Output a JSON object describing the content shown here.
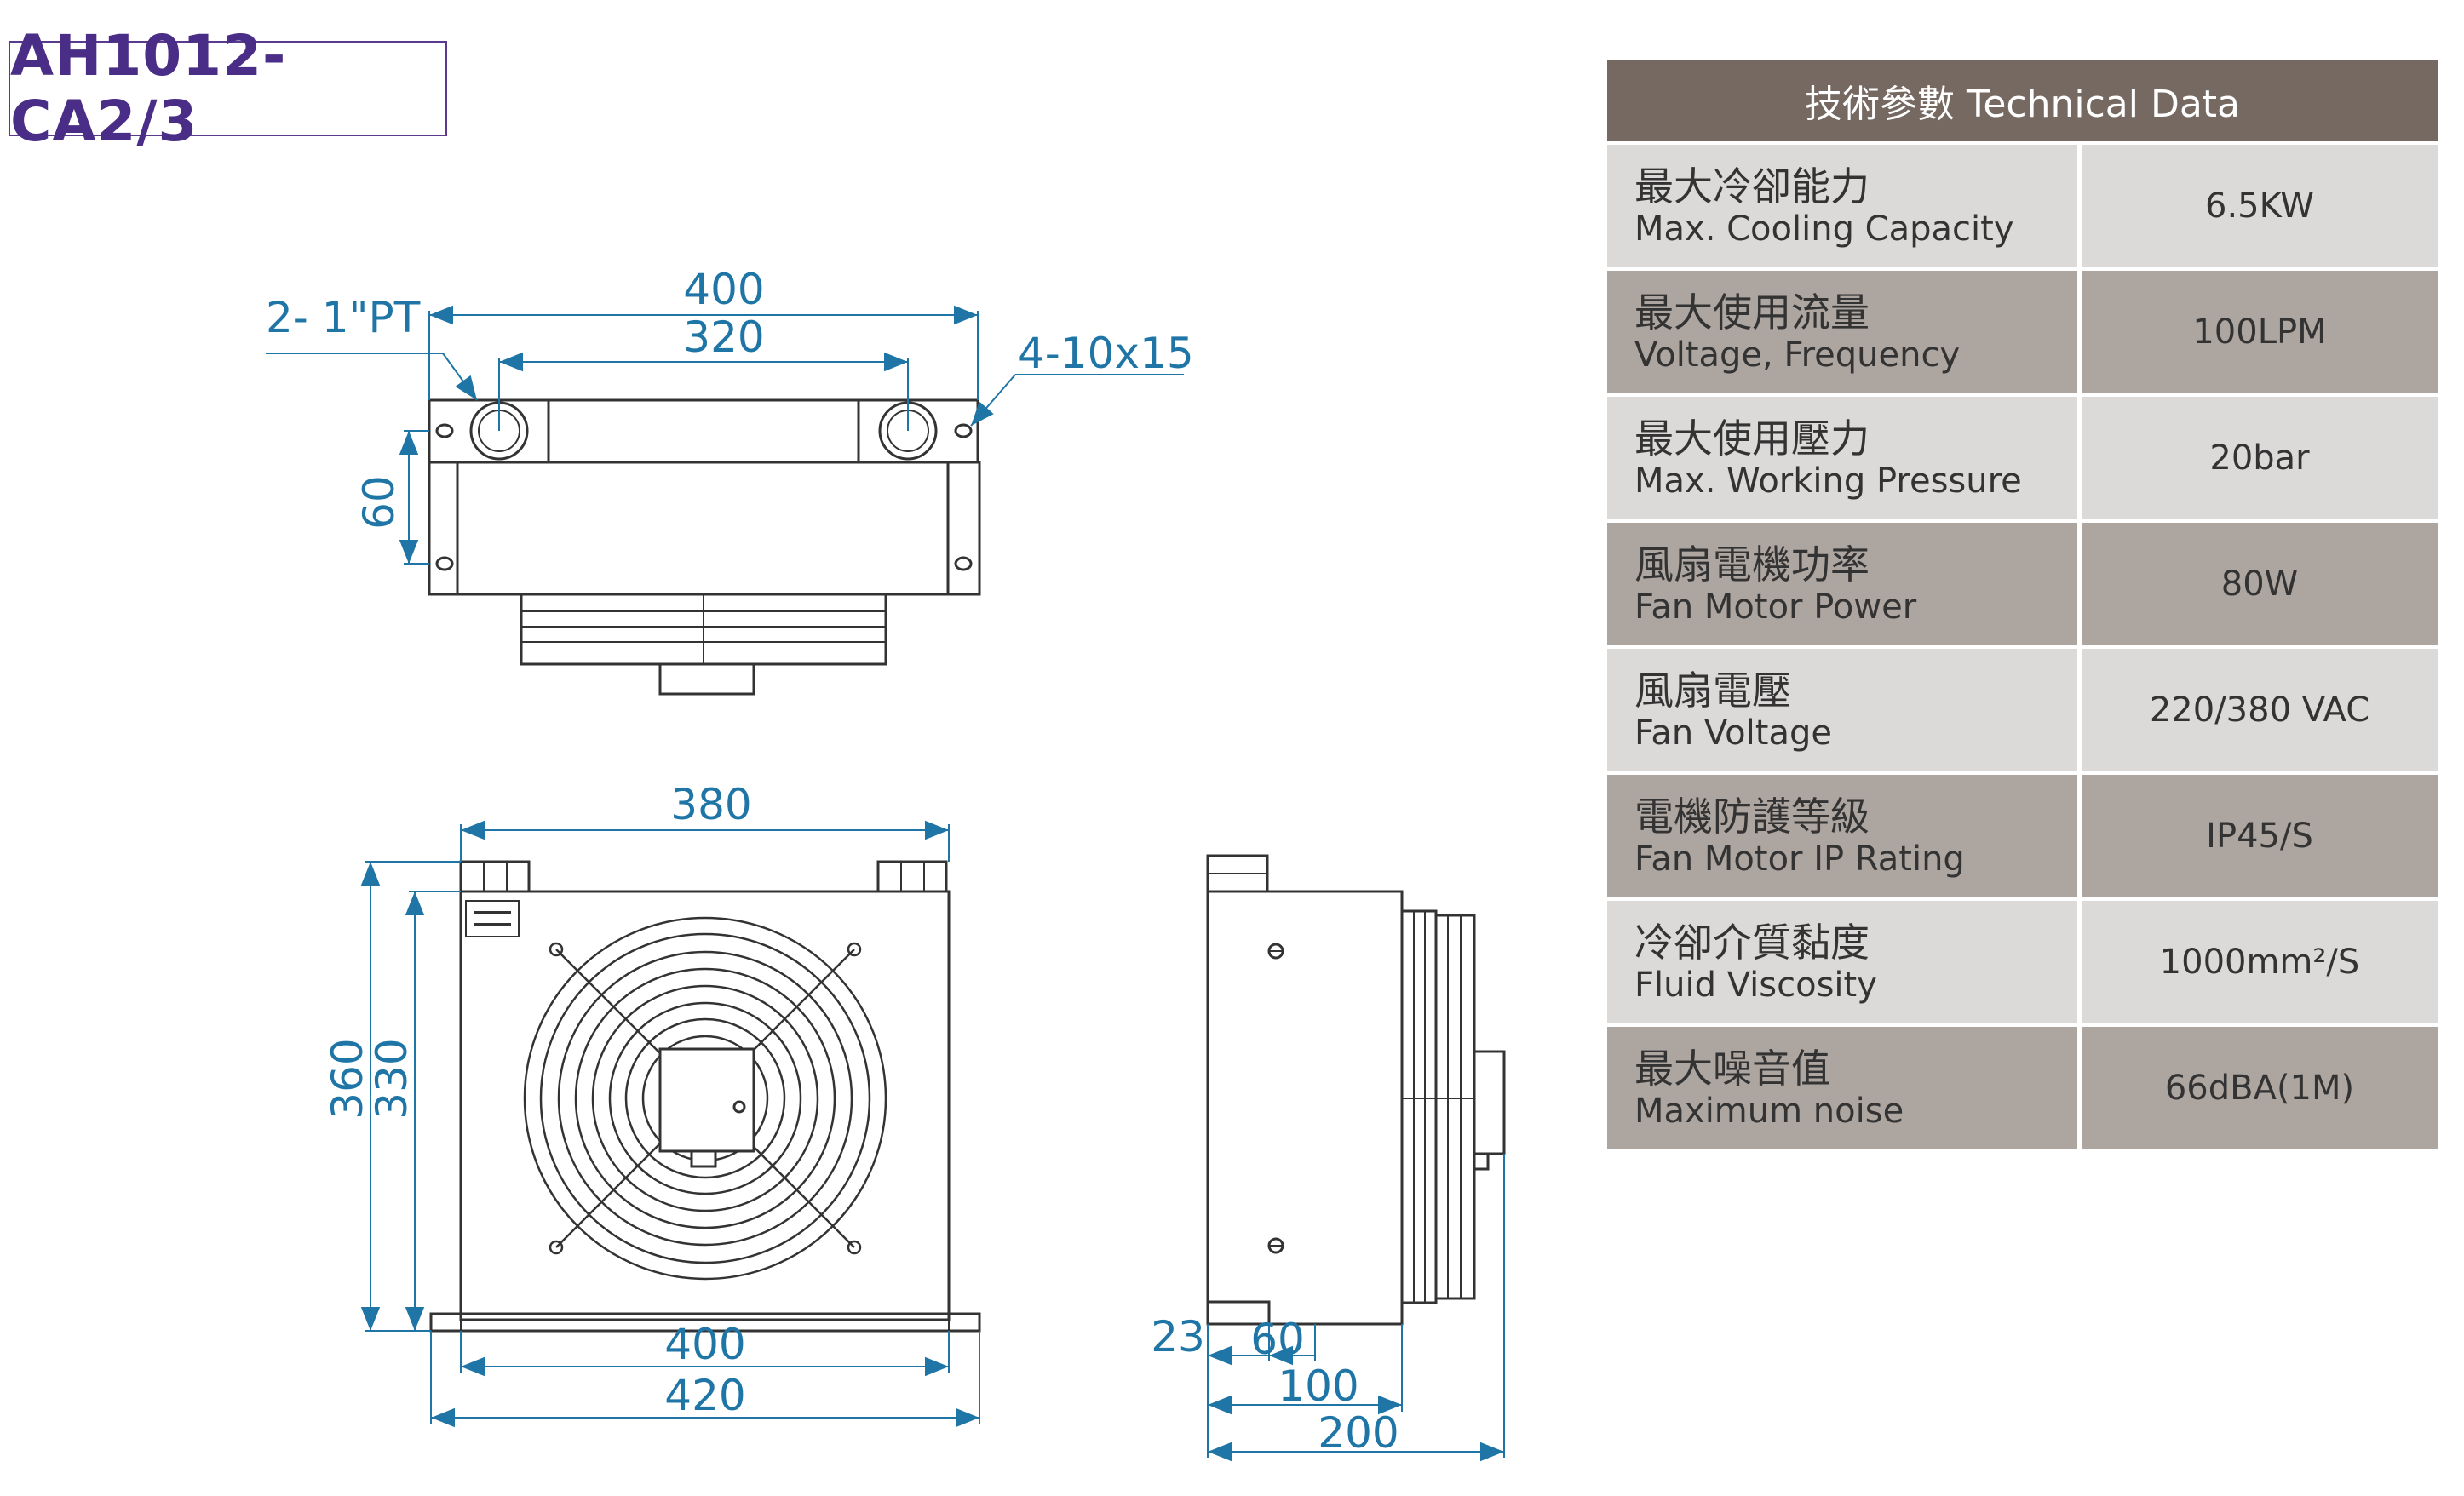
{
  "model": "AH1012-CA2/3",
  "drawing": {
    "top_view": {
      "port_callout": "2- 1\"PT",
      "width_outer": "400",
      "width_inner": "320",
      "mount_hole_callout": "4-10x15",
      "depth": "60"
    },
    "front_view": {
      "width_top": "380",
      "height_outer": "360",
      "height_inner": "330",
      "width_base": "400",
      "width_overall": "420"
    },
    "side_view": {
      "base_height": "23",
      "base_slot": "60",
      "body_depth": "100",
      "overall_depth": "200"
    }
  },
  "spec_table": {
    "header": "技術參數 Technical Data",
    "rows": [
      {
        "zh": "最大冷卻能力",
        "en": "Max. Cooling Capacity",
        "value": "6.5KW"
      },
      {
        "zh": "最大使用流量",
        "en": "Voltage, Frequency",
        "value": "100LPM"
      },
      {
        "zh": "最大使用壓力",
        "en": "Max. Working Pressure",
        "value": "20bar"
      },
      {
        "zh": "風扇電機功率",
        "en": "Fan Motor Power",
        "value": "80W"
      },
      {
        "zh": "風扇電壓",
        "en": "Fan Voltage",
        "value": "220/380 VAC"
      },
      {
        "zh": "電機防護等級",
        "en": "Fan Motor IP Rating",
        "value": "IP45/S"
      },
      {
        "zh": "冷卻介質黏度",
        "en": "Fluid Viscosity",
        "value": "1000mm²/S"
      },
      {
        "zh": "最大噪音值",
        "en": "Maximum noise",
        "value": "66dBA(1M)"
      }
    ]
  },
  "colors": {
    "dimension": "#1f76a6",
    "outline": "#333333",
    "model_text": "#4a2d86",
    "header_bg": "#756962",
    "row_light": "#dcdad9",
    "row_dark": "#ada5a0"
  }
}
